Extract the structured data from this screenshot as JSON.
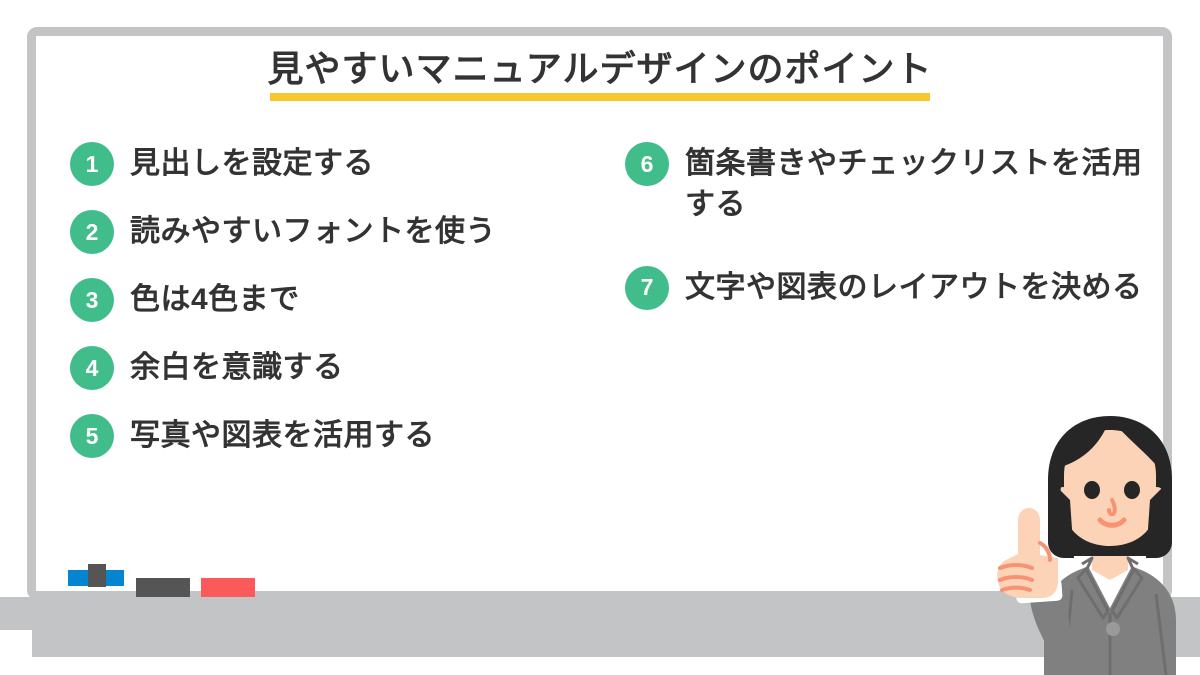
{
  "slide": {
    "title": "見やすいマニュアルデザインのポイント",
    "title_underline_color": "#fac62d",
    "board_frame_color": "#c2c4c6",
    "badge_color": "#41bd8c",
    "text_color": "#333333",
    "background_color": "#ffffff"
  },
  "points_left": [
    {
      "number": "1",
      "text": "見出しを設定する"
    },
    {
      "number": "2",
      "text": "読みやすいフォントを使う"
    },
    {
      "number": "3",
      "text": "色は4色まで"
    },
    {
      "number": "4",
      "text": "余白を意識する"
    },
    {
      "number": "5",
      "text": "写真や図表を活用する"
    }
  ],
  "points_right": [
    {
      "number": "6",
      "text": "箇条書きやチェックリストを活用する"
    },
    {
      "number": "7",
      "text": "文字や図表のレイアウトを決める"
    }
  ],
  "tray_items": [
    {
      "name": "eraser",
      "color": "#0484d1",
      "grip_color": "#555555"
    },
    {
      "name": "marker-gray",
      "color": "#555555"
    },
    {
      "name": "marker-red",
      "color": "#fb5a5a"
    }
  ],
  "illustration": {
    "name": "businesswoman-pointing-up",
    "hair_color": "#262626",
    "skin_color": "#fdd3b8",
    "suit_color": "#808080",
    "shirt_color": "#ffffff"
  }
}
